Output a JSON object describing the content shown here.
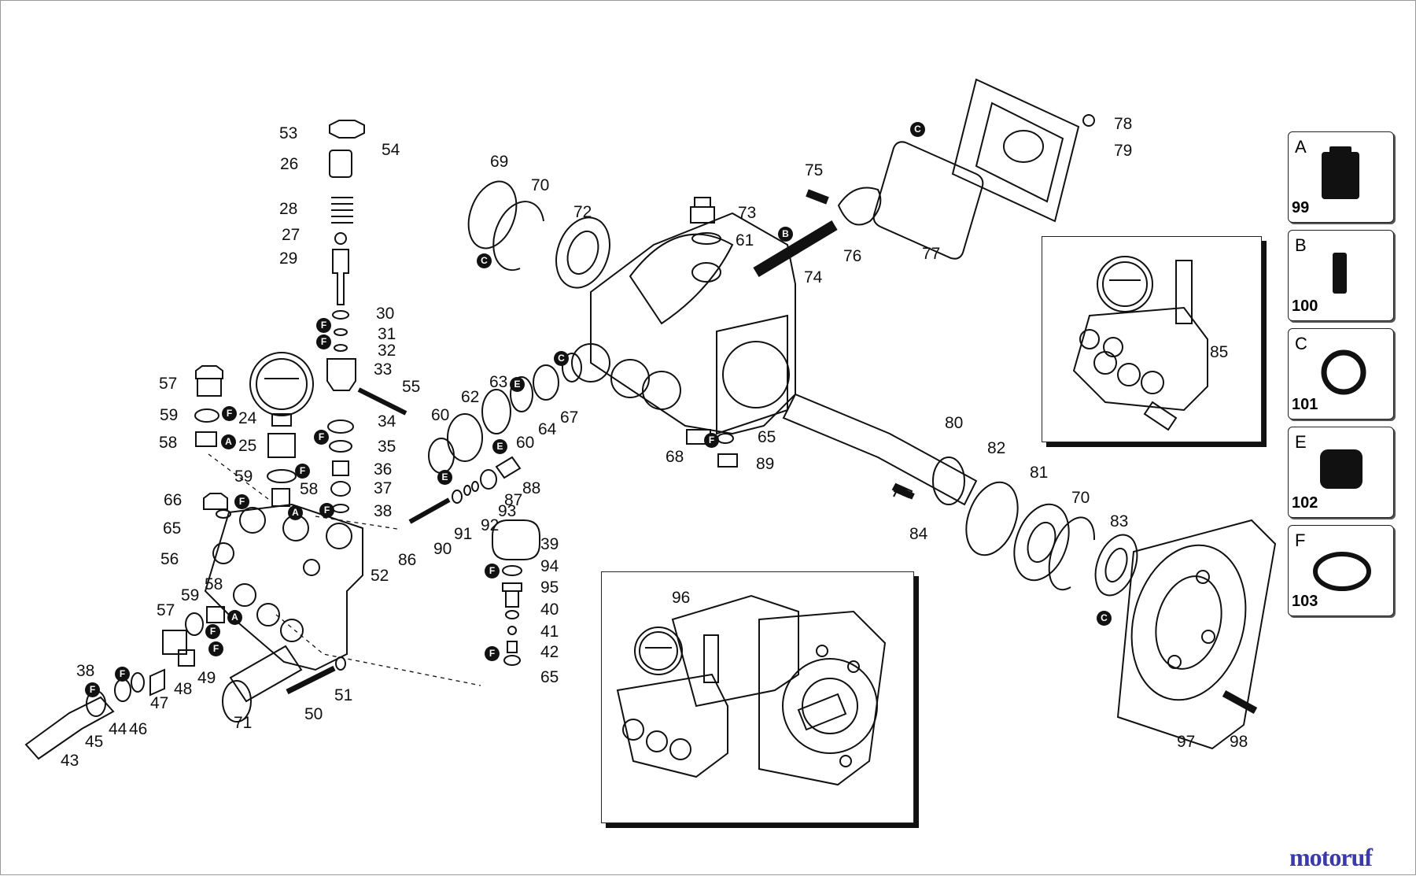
{
  "badges": [
    "A",
    "B",
    "C",
    "E",
    "F"
  ],
  "labels": [
    "53",
    "54",
    "26",
    "28",
    "27",
    "29",
    "30",
    "31",
    "32",
    "33",
    "55",
    "57",
    "59",
    "24",
    "34",
    "58",
    "25",
    "35",
    "59",
    "36",
    "58",
    "37",
    "66",
    "38",
    "65",
    "56",
    "52",
    "58",
    "59",
    "57",
    "49",
    "48",
    "47",
    "46",
    "44",
    "45",
    "43",
    "38",
    "71",
    "50",
    "51",
    "69",
    "70",
    "72",
    "60",
    "62",
    "63",
    "60",
    "64",
    "67",
    "68",
    "65",
    "89",
    "73",
    "61",
    "75",
    "74",
    "76",
    "77",
    "78",
    "79",
    "80",
    "82",
    "81",
    "70",
    "83",
    "84",
    "86",
    "90",
    "91",
    "92",
    "93",
    "87",
    "88",
    "39",
    "94",
    "95",
    "40",
    "41",
    "42",
    "65",
    "96",
    "97",
    "98",
    "85"
  ],
  "kits": [
    {
      "letter": "A",
      "number": "99",
      "icon": "screw-cap-icon"
    },
    {
      "letter": "B",
      "number": "100",
      "icon": "pin-icon"
    },
    {
      "letter": "C",
      "number": "101",
      "icon": "gasket-icon"
    },
    {
      "letter": "E",
      "number": "102",
      "icon": "seal-icon"
    },
    {
      "letter": "F",
      "number": "103",
      "icon": "o-ring-icon"
    }
  ],
  "watermark": {
    "text": "motoruf",
    "color_a": "#3a3aa8",
    "color_b": "#c0392b"
  }
}
